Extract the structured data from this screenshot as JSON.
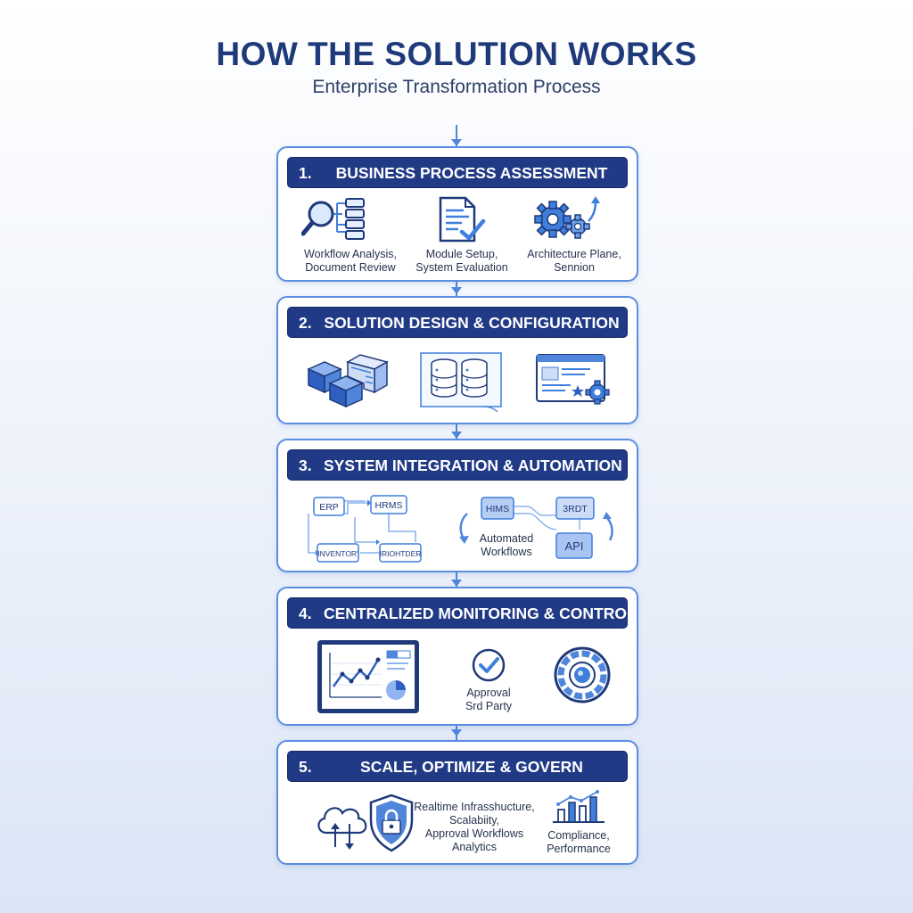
{
  "header": {
    "title": "HOW THE SOLUTION WORKS",
    "subtitle": "Enterprise Transformation Process"
  },
  "steps": [
    {
      "number": "1.",
      "title": "BUSINESS PROCESS ASSESSMENT",
      "captions": [
        [
          "Workflow Analysis,",
          "Document Review"
        ],
        [
          "Module Setup,",
          "System Evaluation"
        ],
        [
          "Architecture Plane,",
          "Sennion"
        ]
      ]
    },
    {
      "number": "2.",
      "title": "SOLUTION DESIGN & CONFIGURATION"
    },
    {
      "number": "3.",
      "title": "SYSTEM INTEGRATION & AUTOMATION",
      "nodes": {
        "erp": "ERP",
        "hrms": "HRMS",
        "inventory": "INVENTOR'",
        "monitor": "IRIOHTDER",
        "hims": "HIMS",
        "third": "3RDT",
        "api": "API"
      },
      "automated": [
        "Automated",
        "Workflows"
      ]
    },
    {
      "number": "4.",
      "title": "CENTRALIZED MONITORING & CONTROL",
      "approval": [
        "Approval",
        "Srd Party"
      ]
    },
    {
      "number": "5.",
      "title": "SCALE, OPTIMIZE & GOVERN",
      "captions": [
        [
          "Realtime Infrasshucture,",
          "Scalabiity,",
          "Approval Workflows",
          "Analytics"
        ],
        [
          "Compliance,",
          "Performance"
        ]
      ]
    }
  ],
  "colors": {
    "navy": "#203a86",
    "accent": "#3f7fdc",
    "border": "#5b8ee0"
  },
  "icons": [
    "magnifier-chart-icon",
    "document-check-icon",
    "gears-arrow-icon",
    "cubes-icon",
    "database-blueprint-icon",
    "config-window-icon",
    "dashboard-chart-icon",
    "checkmark-circle-icon",
    "control-dial-icon",
    "cloud-upload-icon",
    "security-shield-lock-icon",
    "growth-bar-chart-icon"
  ]
}
